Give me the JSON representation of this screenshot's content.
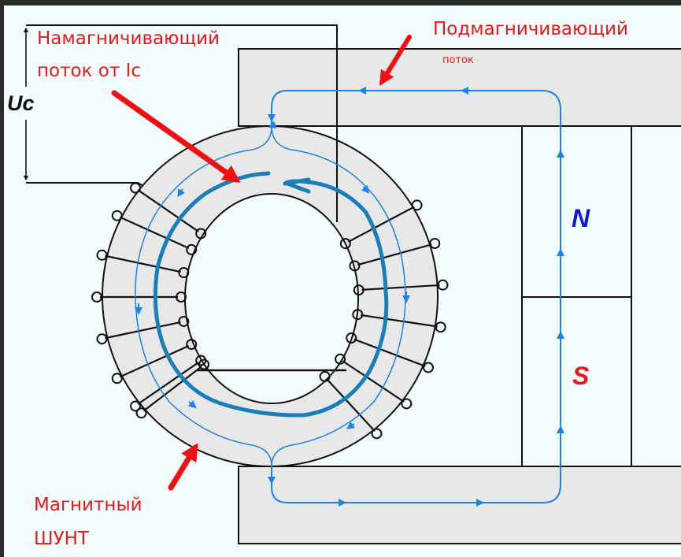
{
  "diagram": {
    "title": "Магнитный усилитель с постоянным магнитом и магнитным шунтом",
    "labels": {
      "magnetizing_flux_line1": "Намагничивающий",
      "magnetizing_flux_line2": "поток от Ic",
      "bias_flux_line1": "Подмагничивающий",
      "bias_flux_line2": "поток",
      "shunt_line1": "Магнитный",
      "shunt_line2": "ШУНТ",
      "voltage": "Uc",
      "north_pole": "N",
      "south_pole": "S"
    },
    "colors": {
      "label_red": "#e41a1a",
      "flux_blue": "#1a82ea",
      "thick_flux_blue": "#1a7fb8",
      "north_blue": "#0a1ad8",
      "south_red": "#e41a1a",
      "core_gray": "#e8e8e8",
      "background": "#f3fdfe"
    },
    "components": [
      "toroidal-core",
      "winding",
      "permanent-magnet",
      "top-pole-piece",
      "bottom-pole-piece",
      "voltage-terminals"
    ]
  }
}
